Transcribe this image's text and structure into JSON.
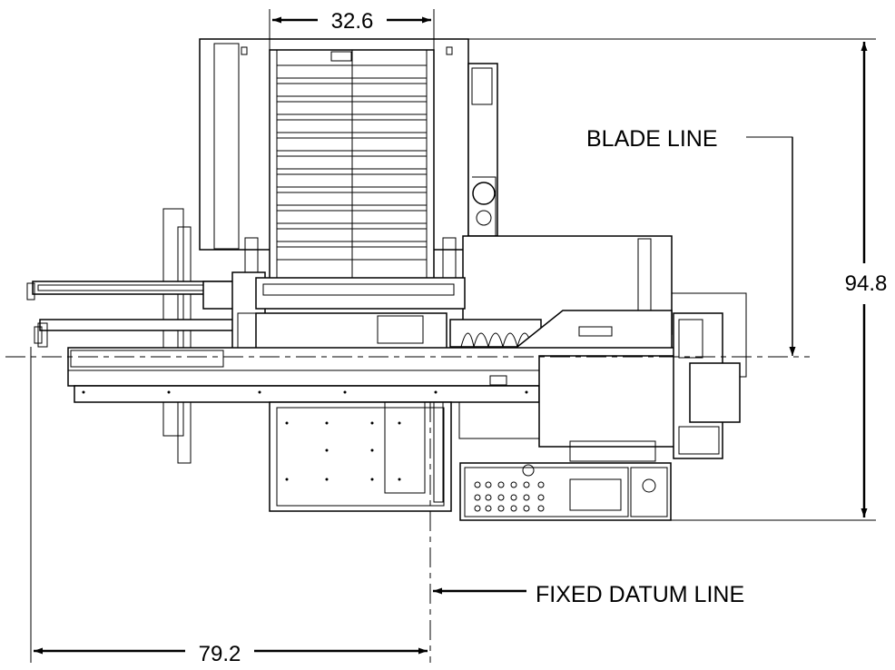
{
  "dimensions": {
    "top_width": "32.6",
    "overall_height": "94.8",
    "datum_offset": "79.2"
  },
  "labels": {
    "blade_line": "BLADE LINE",
    "fixed_datum_line": "FIXED DATUM LINE"
  },
  "colors": {
    "line": "#000000",
    "background": "#ffffff"
  }
}
